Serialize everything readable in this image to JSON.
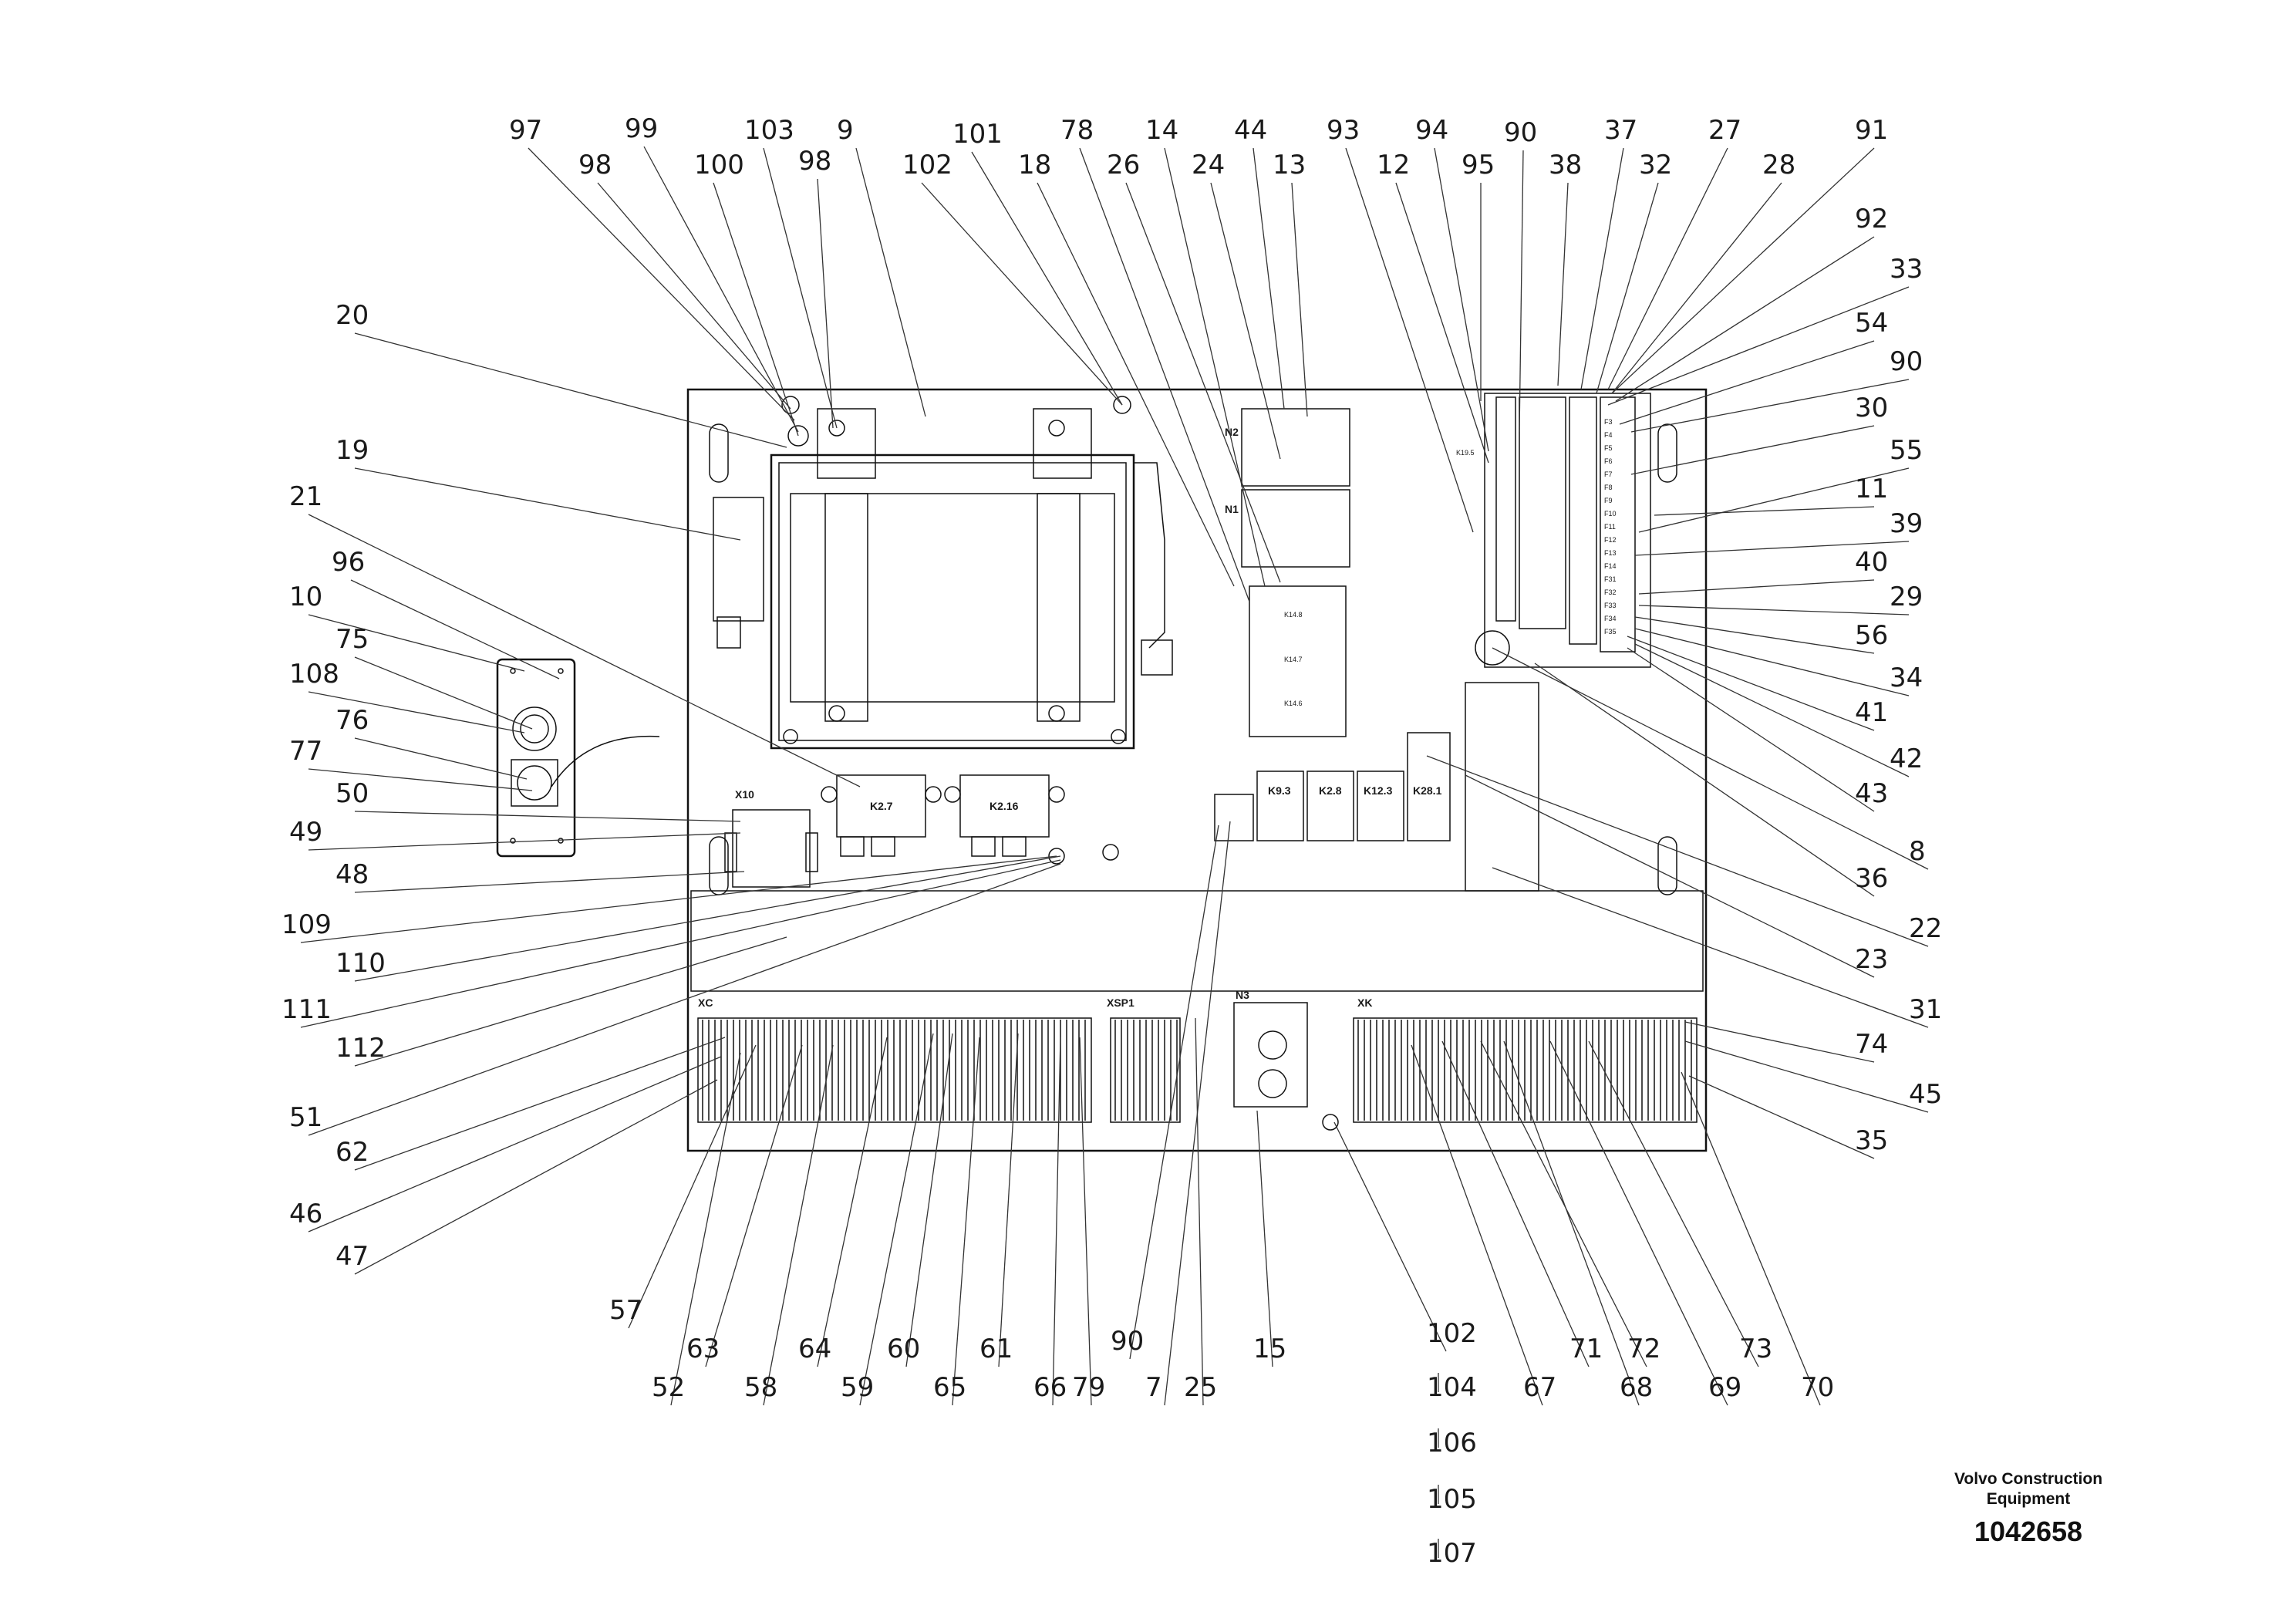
{
  "callouts": [
    {
      "id": "c97",
      "text": "97"
    },
    {
      "id": "c99",
      "text": "99"
    },
    {
      "id": "c103",
      "text": "103"
    },
    {
      "id": "c9",
      "text": "9"
    },
    {
      "id": "c101",
      "text": "101"
    },
    {
      "id": "c78",
      "text": "78"
    },
    {
      "id": "c14",
      "text": "14"
    },
    {
      "id": "c44",
      "text": "44"
    },
    {
      "id": "c93",
      "text": "93"
    },
    {
      "id": "c94",
      "text": "94"
    },
    {
      "id": "c90a",
      "text": "90"
    },
    {
      "id": "c37",
      "text": "37"
    },
    {
      "id": "c27",
      "text": "27"
    },
    {
      "id": "c91",
      "text": "91"
    },
    {
      "id": "c98a",
      "text": "98"
    },
    {
      "id": "c100",
      "text": "100"
    },
    {
      "id": "c98b",
      "text": "98"
    },
    {
      "id": "c102a",
      "text": "102"
    },
    {
      "id": "c18",
      "text": "18"
    },
    {
      "id": "c26",
      "text": "26"
    },
    {
      "id": "c24",
      "text": "24"
    },
    {
      "id": "c13",
      "text": "13"
    },
    {
      "id": "c12",
      "text": "12"
    },
    {
      "id": "c95",
      "text": "95"
    },
    {
      "id": "c38",
      "text": "38"
    },
    {
      "id": "c32",
      "text": "32"
    },
    {
      "id": "c28",
      "text": "28"
    },
    {
      "id": "c92",
      "text": "92"
    },
    {
      "id": "c33",
      "text": "33"
    },
    {
      "id": "c54",
      "text": "54"
    },
    {
      "id": "c90b",
      "text": "90"
    },
    {
      "id": "c30",
      "text": "30"
    },
    {
      "id": "c55",
      "text": "55"
    },
    {
      "id": "c11",
      "text": "11"
    },
    {
      "id": "c39",
      "text": "39"
    },
    {
      "id": "c40",
      "text": "40"
    },
    {
      "id": "c29",
      "text": "29"
    },
    {
      "id": "c56",
      "text": "56"
    },
    {
      "id": "c34",
      "text": "34"
    },
    {
      "id": "c41",
      "text": "41"
    },
    {
      "id": "c42",
      "text": "42"
    },
    {
      "id": "c43",
      "text": "43"
    },
    {
      "id": "c8",
      "text": "8"
    },
    {
      "id": "c36",
      "text": "36"
    },
    {
      "id": "c22",
      "text": "22"
    },
    {
      "id": "c23",
      "text": "23"
    },
    {
      "id": "c31",
      "text": "31"
    },
    {
      "id": "c74",
      "text": "74"
    },
    {
      "id": "c45",
      "text": "45"
    },
    {
      "id": "c35",
      "text": "35"
    },
    {
      "id": "c20",
      "text": "20"
    },
    {
      "id": "c19",
      "text": "19"
    },
    {
      "id": "c21",
      "text": "21"
    },
    {
      "id": "c96",
      "text": "96"
    },
    {
      "id": "c10",
      "text": "10"
    },
    {
      "id": "c75",
      "text": "75"
    },
    {
      "id": "c108",
      "text": "108"
    },
    {
      "id": "c76",
      "text": "76"
    },
    {
      "id": "c77",
      "text": "77"
    },
    {
      "id": "c50",
      "text": "50"
    },
    {
      "id": "c49",
      "text": "49"
    },
    {
      "id": "c48",
      "text": "48"
    },
    {
      "id": "c109",
      "text": "109"
    },
    {
      "id": "c110",
      "text": "110"
    },
    {
      "id": "c111",
      "text": "111"
    },
    {
      "id": "c112",
      "text": "112"
    },
    {
      "id": "c51",
      "text": "51"
    },
    {
      "id": "c62",
      "text": "62"
    },
    {
      "id": "c46",
      "text": "46"
    },
    {
      "id": "c47",
      "text": "47"
    },
    {
      "id": "c57",
      "text": "57"
    },
    {
      "id": "c63",
      "text": "63"
    },
    {
      "id": "c64",
      "text": "64"
    },
    {
      "id": "c60",
      "text": "60"
    },
    {
      "id": "c61",
      "text": "61"
    },
    {
      "id": "c90c",
      "text": "90"
    },
    {
      "id": "c15",
      "text": "15"
    },
    {
      "id": "c52",
      "text": "52"
    },
    {
      "id": "c58",
      "text": "58"
    },
    {
      "id": "c59",
      "text": "59"
    },
    {
      "id": "c65",
      "text": "65"
    },
    {
      "id": "c66",
      "text": "66"
    },
    {
      "id": "c79",
      "text": "79"
    },
    {
      "id": "c7",
      "text": "7"
    },
    {
      "id": "c25",
      "text": "25"
    },
    {
      "id": "c102b",
      "text": "102"
    },
    {
      "id": "c104",
      "text": "104"
    },
    {
      "id": "c106",
      "text": "106"
    },
    {
      "id": "c105",
      "text": "105"
    },
    {
      "id": "c107",
      "text": "107"
    },
    {
      "id": "c67",
      "text": "67"
    },
    {
      "id": "c71",
      "text": "71"
    },
    {
      "id": "c72",
      "text": "72"
    },
    {
      "id": "c73",
      "text": "73"
    },
    {
      "id": "c68",
      "text": "68"
    },
    {
      "id": "c69",
      "text": "69"
    },
    {
      "id": "c70",
      "text": "70"
    }
  ],
  "component_labels": {
    "x10": "X10",
    "k2_7": "K2.7",
    "k2_16": "K2.16",
    "k9_3": "K9.3",
    "k2_8": "K2.8",
    "k12_3": "K12.3",
    "k28_1": "K28.1",
    "n1": "N1",
    "n2": "N2",
    "n3": "N3",
    "k14_6": "K14.6",
    "k14_7": "K14.7",
    "k14_8": "K14.8",
    "k19_5": "K19.5",
    "xc": "XC",
    "xsp1": "XSP1",
    "xk": "XK"
  },
  "fuse_labels": [
    "F3",
    "F4",
    "F5",
    "F6",
    "F7",
    "F8",
    "F9",
    "F10",
    "F11",
    "F12",
    "F13",
    "F14",
    "F31",
    "F32",
    "F33",
    "F34",
    "F35"
  ],
  "publisher": {
    "name_line1": "Volvo Construction",
    "name_line2": "Equipment",
    "doc_number": "1042658"
  }
}
